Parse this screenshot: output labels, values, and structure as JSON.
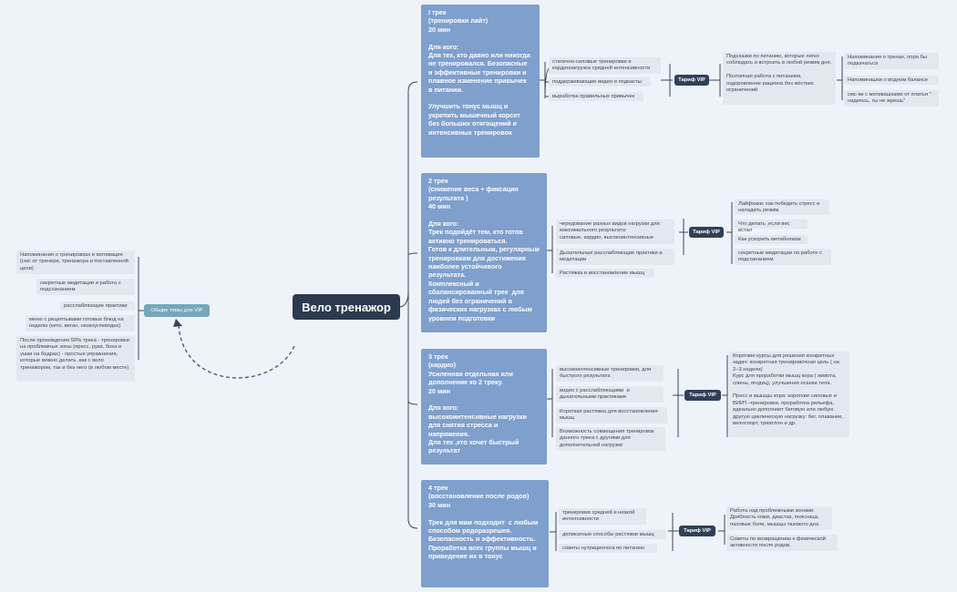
{
  "central": "Вело тренажор",
  "tracks": [
    {
      "text": "I трек\n(тренировки лайт)\n20 мин\n\nДля кого:\nДля тех, кто давно или никогда не тренировался. Безопасные и эффективные тренировки и плавное изменение привычек в питании.\n\nУлучшить тонус мышц и укрепить мышечный корсет без больших отягощений и интенсивных тренировок"
    },
    {
      "text": "2 трек\n(снижение веса + фиксация результата )\n40 мин\n\nДля кого:\nТрек подойдёт тем, кто готов активно тренироваться.\nГотов к длительным, регулярным тренировкам для достижения наиболее устойчивого результата.\nКомплексный и сбалансированный трек  для людей без ограничений в физических нагрузках с любым уровнем подготовки"
    },
    {
      "text": "3 трек\n(кардио)\nУсиленная отдельная или дополнение ко 2 треку.\n20 мин\n\nДля кого:\nвысокоинтенсивные нагрузки для снятия стресса и напряжения.\nДля тех ,кто хочет быстрый результат"
    },
    {
      "text": "4 трек\n(восстановление после родов)\n30 мин\n\nТрек для мам подходит  с любым способом родоразрешея.\nБезопасность и эффективность.\nПроработка всех группы мышц и приведение их в тонус"
    }
  ],
  "features": [
    [
      "статично-силовые тренировки и кардионагрузка средней интенсивности",
      "поддерживающие видео и подкасты",
      "выработка правильных привычек"
    ],
    [
      "чередование разных видов нагрузки для максимального результата:\nсиловые, кардио, высокоинтенсивные",
      "Дыхательные расслабляющие практики и медитации",
      "Растяжка и восстановление мышц"
    ],
    [
      "высокоинтенсивные тренировки, для быстрого результата",
      "видео с расслабляющими  и дыхательными практиками",
      "Короткая растяжка для восстановления мышц",
      "Возможность совмещения тренировок данного трека с другими для дополнительной нагрузки"
    ],
    [
      "тренировки средней и низкой интенсивности",
      "деликатные способы растяжки мышц",
      "советы нутрициолога по питанию"
    ]
  ],
  "tariff_label": "Тариф VIP",
  "vip1": {
    "items": [
      "Подсказки по питанию, которые легко соблюдать и встроить в любой режим дня.\n\nПоэтапная работа с питанием, оздоровление рациона без жёстких ограничений"
    ],
    "sub": [
      "Напоминания о тренах, пора бы подкачаться",
      "Напоминашки о водном балансе",
      "смс-ки с мотивашками от платья \" надеюсь, ты не жрешь\""
    ]
  },
  "vip2": [
    "Лайфхаки: как победить стресс и наладить режим",
    "Что делать ,если вес встал",
    "Как ускорить метаболизм",
    "секретные медитации по работе с подсознанием"
  ],
  "vip3": [
    "Короткие курсы для решения конкретных задач: конкретная тренировочная цель ( на 2–3 недели)\nКурс для проработки мышц кора ( живота, спины, ягодиц), улучшения осанки тела.\n\nПресс и мышцы кора: короткие силовые и ВИИТ–тренировки, проработка рельефа, идеально дополняет беговую или любую другую циклическую нагрузку: бег, плавание, велоспорт, триатлон и др."
  ],
  "vip4": [
    "Работа над проблемными зонами. Дряблость кожи, диастаз, пояснаца, паховые боли, мышцы тазового дна",
    "Советы по возвращению к физической активности после родов."
  ],
  "topic": {
    "label": "Общие темы для  VIP",
    "items": [
      "Напоминания о тренировках и мотивация (смс от тренера, тренажора и поставленной цели)",
      "секретные медитации и работа с подсознанием",
      "расслабляющие практики",
      "меню с рецептывами готовых блюд на неделю (кето, веган, низкоуглеводка)",
      "После прохождения 50% трека - тренировки на проблемные зоны (пресс, руки, бока и ушки на бедрах) - простые упражнения, которые можно делать ,как с вело тренажором, так и без него (в любом месте)"
    ]
  }
}
